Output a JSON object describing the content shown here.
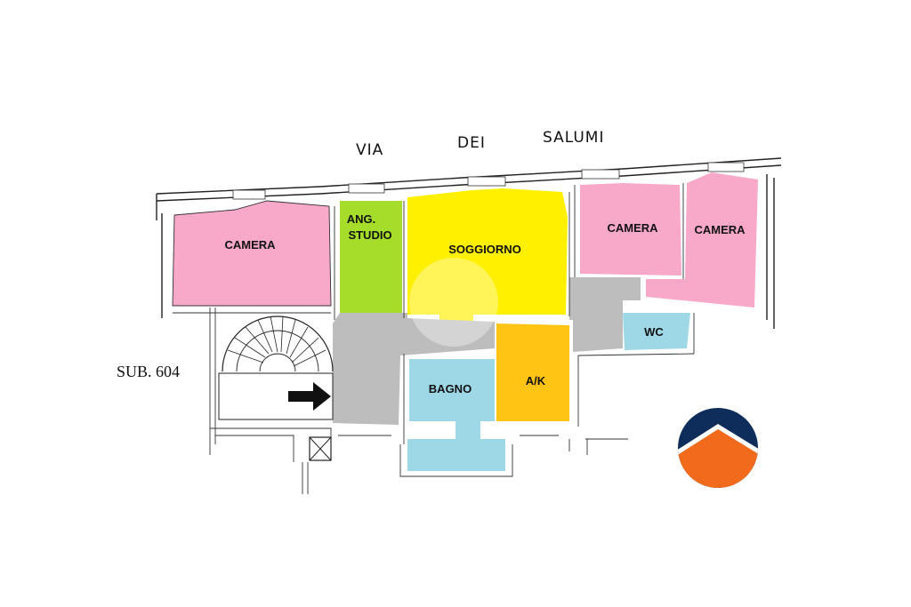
{
  "street": {
    "word1": "VIA",
    "word2": "DEI",
    "word3": "SALUMI"
  },
  "sub_label": "SUB. 604",
  "rooms": {
    "camera_left": "CAMERA",
    "ang_studio_line1": "ANG.",
    "ang_studio_line2": "STUDIO",
    "soggiorno": "SOGGIORNO",
    "camera_right1": "CAMERA",
    "camera_right2": "CAMERA",
    "wc": "WC",
    "bagno": "BAGNO",
    "ak": "A/K"
  },
  "colors": {
    "camera": "#f8a8c8",
    "studio": "#a6dc2a",
    "soggiorno": "#fff000",
    "corridor": "#bdbdbd",
    "bagno": "#9ed8e6",
    "ak": "#ffc414",
    "logo_top": "#0f2d5a",
    "logo_bottom": "#f26a1b"
  },
  "logo_icon": "house-roof-logo",
  "entrance_icon": "entrance-arrow"
}
